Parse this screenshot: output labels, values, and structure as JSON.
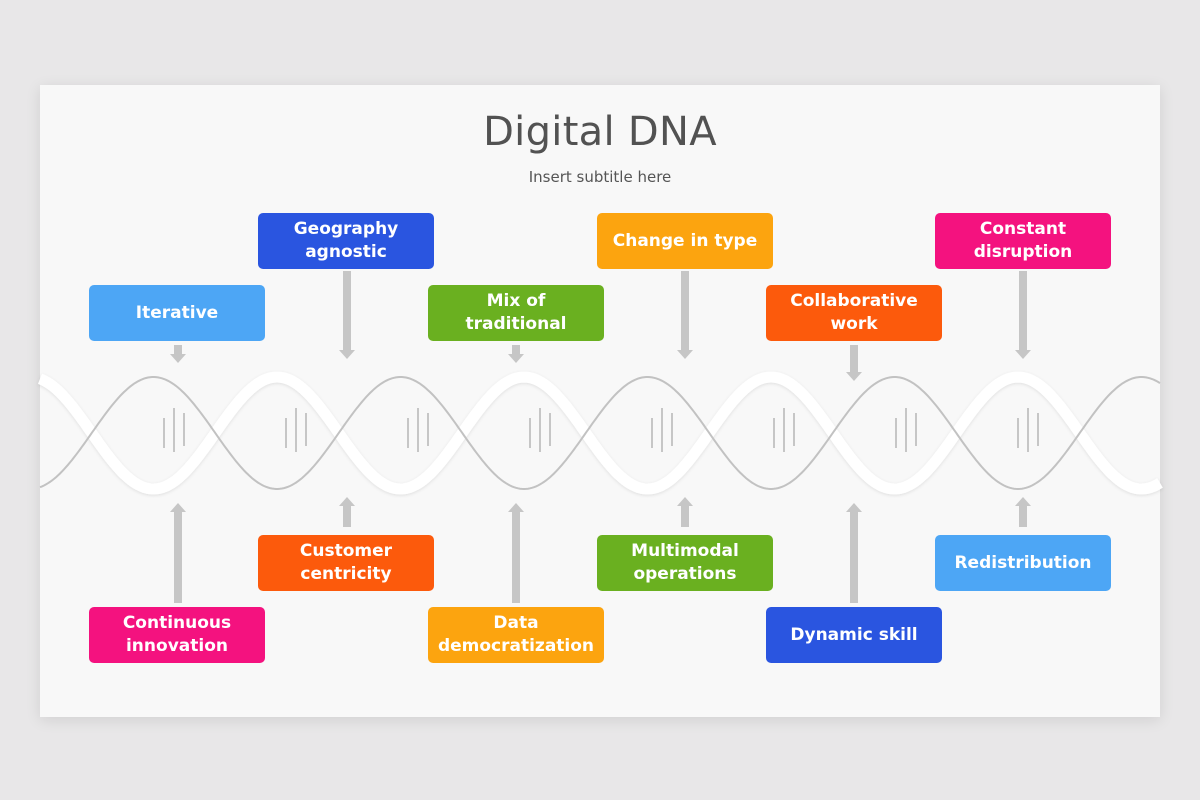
{
  "slide": {
    "title": "Digital DNA",
    "subtitle": "Insert subtitle here"
  },
  "nodes_top": [
    {
      "label": "Iterative",
      "color": "#4da6f5"
    },
    {
      "label": "Geography\nagnostic",
      "color": "#2a55e0"
    },
    {
      "label": "Mix of traditional",
      "color": "#6ab020"
    },
    {
      "label": "Change in type",
      "color": "#fca40f"
    },
    {
      "label": "Collaborative\nwork",
      "color": "#fc5a0c"
    },
    {
      "label": "Constant\ndisruption",
      "color": "#f4127f"
    }
  ],
  "nodes_bottom": [
    {
      "label": "Continuous\ninnovation",
      "color": "#f4127f"
    },
    {
      "label": "Customer\ncentricity",
      "color": "#fc5a0c"
    },
    {
      "label": "Data\ndemocratization",
      "color": "#fca40f"
    },
    {
      "label": "Multimodal\noperations",
      "color": "#6ab020"
    },
    {
      "label": "Dynamic skill",
      "color": "#2a55e0"
    },
    {
      "label": "Redistribution",
      "color": "#4da6f5"
    }
  ],
  "colors": {
    "helix_ribbon": "#ffffff",
    "helix_strand": "#c2c2c2",
    "rung": "#c6c6c6",
    "arrow": "#c6c6c6"
  }
}
